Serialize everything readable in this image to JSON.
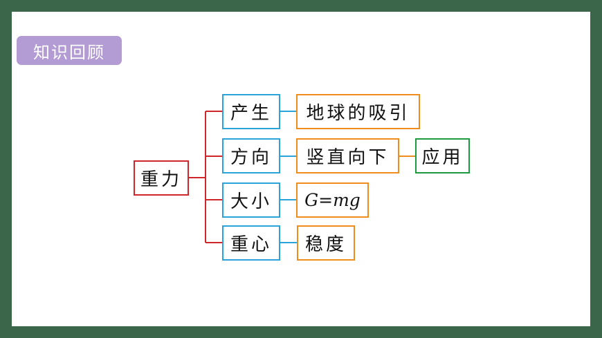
{
  "title_tag": "知识回顾",
  "root": "重力",
  "branches": [
    {
      "label": "产生",
      "value": "地球的吸引"
    },
    {
      "label": "方向",
      "value": "竖直向下",
      "extra": "应用"
    },
    {
      "label": "大小",
      "value": "G=mg"
    },
    {
      "label": "重心",
      "value": "稳度"
    }
  ],
  "colors": {
    "frame": "#3b6649",
    "tag": "#b39bd3",
    "root_border": "#d0262a",
    "branch_border": "#2aa4d8",
    "value_border": "#ef8c1c",
    "extra_border": "#1b9a3e"
  }
}
